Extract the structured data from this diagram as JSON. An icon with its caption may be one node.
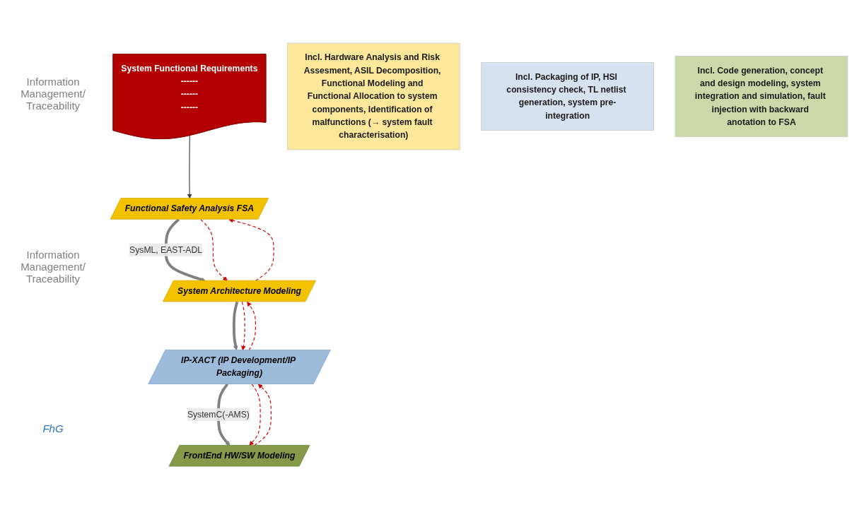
{
  "diagram": {
    "nodes": [
      {
        "text": [
          "System Functional Requirements",
          "------",
          "------",
          "------"
        ]
      },
      {
        "text": [
          "Functional Safety Analysis FSA"
        ]
      },
      {
        "text": [
          "System Architecture Modeling"
        ]
      },
      {
        "text": [
          "IP-XACT (IP Development/IP Packaging)"
        ]
      },
      {
        "text": [
          "FrontEnd HW/SW Modeling"
        ]
      },
      {
        "text": [
          "Incl. Hardware Analysis and Risk Assesment, ASIL Decomposition, Functional Modeling and Functional Allocation to system components, Identification of malfunctions (→ system fault characterisation)"
        ]
      },
      {
        "text": [
          "Incl. Packaging of IP, HSI consistency check, TL netlist generation, system pre-integration"
        ]
      },
      {
        "text": [
          "Incl. Code generation, concept and design modeling, system integration and simulation, fault injection with backward anotation to FSA"
        ]
      }
    ],
    "edges": [
      {
        "from": 0,
        "to": 1,
        "arrow": "to",
        "color": "#404040"
      },
      {
        "from": 1,
        "to": 2,
        "arrow": "to",
        "label": "SysML, EAST-ADL",
        "style": "thick",
        "color": "#808080"
      },
      {
        "from": 2,
        "to": 3,
        "arrow": "to",
        "style": "thick",
        "color": "#808080"
      },
      {
        "from": 3,
        "to": 4,
        "arrow": "to",
        "label": "SystemC(-AMS)",
        "style": "thick",
        "color": "#808080"
      },
      {
        "from": 1,
        "to": 2,
        "arrow": "to",
        "style": "dashed",
        "color": "#cc0000"
      },
      {
        "from": 2,
        "to": 1,
        "arrow": "to",
        "style": "dashed",
        "color": "#cc0000"
      },
      {
        "from": 2,
        "to": 3,
        "arrow": "to",
        "style": "dashed",
        "color": "#cc0000"
      },
      {
        "from": 3,
        "to": 2,
        "arrow": "to",
        "style": "dashed",
        "color": "#cc0000"
      },
      {
        "from": 3,
        "to": 4,
        "arrow": "to",
        "style": "dashed",
        "color": "#cc0000"
      },
      {
        "from": 4,
        "to": 3,
        "arrow": "to",
        "style": "dashed",
        "color": "#cc0000"
      }
    ],
    "labels": [
      "Information Management/ Traceability",
      "Information Management/ Traceability",
      "FhG"
    ]
  }
}
